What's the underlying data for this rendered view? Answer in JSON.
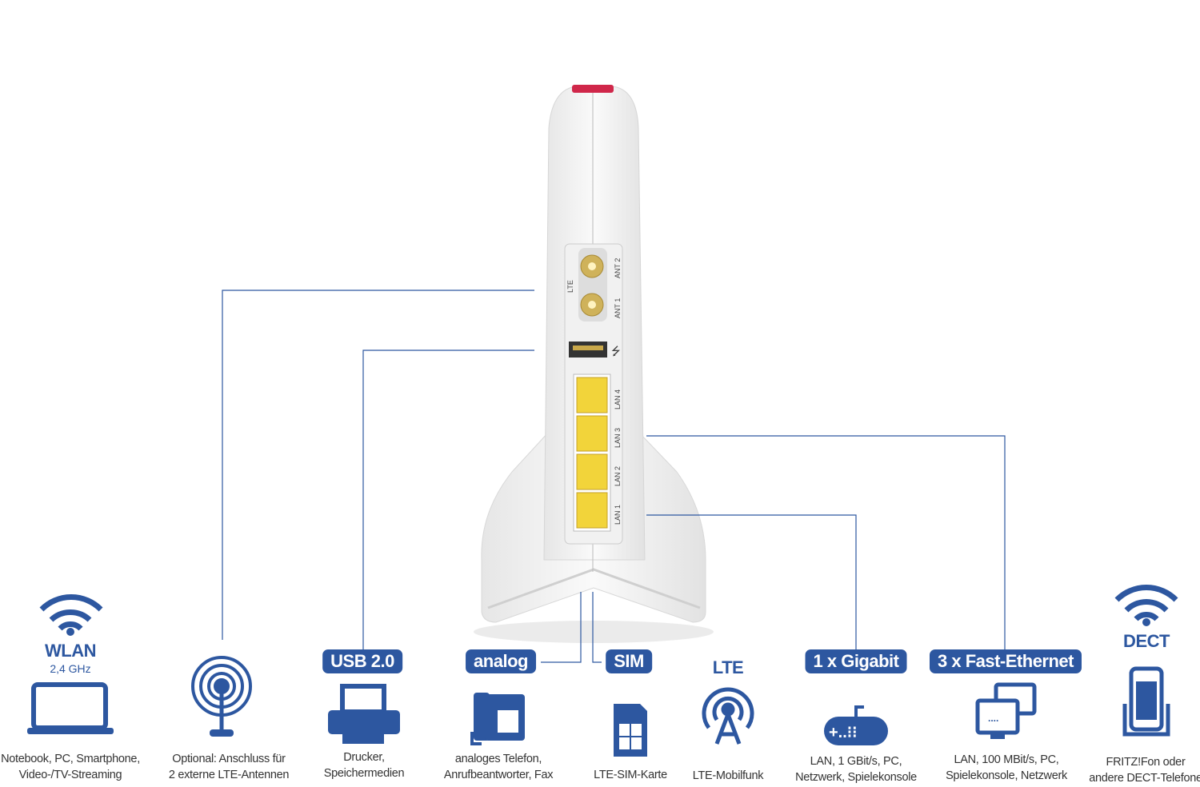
{
  "colors": {
    "brand_blue": "#2d57a0",
    "router_red": "#d0274a",
    "port_yellow": "#f2d43a"
  },
  "router": {
    "labels": {
      "lte": "LTE",
      "ant2": "ANT 2",
      "ant1": "ANT 1",
      "lan4": "LAN 4",
      "lan3": "LAN 3",
      "lan2": "LAN 2",
      "lan1": "LAN 1"
    }
  },
  "items": [
    {
      "icon": "wifi-laptop-icon",
      "title": "WLAN",
      "subtitle": "2,4 GHz",
      "caption": [
        "Notebook, PC, Smartphone,",
        "Video-/TV-Streaming"
      ]
    },
    {
      "icon": "antenna-icon",
      "caption": [
        "Optional: Anschluss für",
        "2 externe LTE-Antennen"
      ]
    },
    {
      "icon": "printer-icon",
      "badge": "USB 2.0",
      "caption": [
        "Drucker,",
        "Speichermedien"
      ]
    },
    {
      "icon": "desk-phone-icon",
      "badge": "analog",
      "caption": [
        "analoges Telefon,",
        "Anrufbeantworter, Fax"
      ]
    },
    {
      "icon": "sim-card-icon",
      "badge": "SIM",
      "caption": [
        "LTE-SIM-Karte"
      ]
    },
    {
      "icon": "cell-tower-icon",
      "title": "LTE",
      "caption": [
        "LTE-Mobilfunk"
      ]
    },
    {
      "icon": "gamepad-icon",
      "badge": "1 x Gigabit",
      "caption": [
        "LAN, 1 GBit/s, PC,",
        "Netzwerk, Spielekonsole"
      ]
    },
    {
      "icon": "monitors-icon",
      "badge": "3 x Fast-Ethernet",
      "caption": [
        "LAN, 100 MBit/s, PC,",
        "Spielekonsole, Netzwerk"
      ]
    },
    {
      "icon": "dect-phone-icon",
      "title": "DECT",
      "caption": [
        "FRITZ!Fon oder",
        "andere DECT-Telefone"
      ]
    }
  ]
}
